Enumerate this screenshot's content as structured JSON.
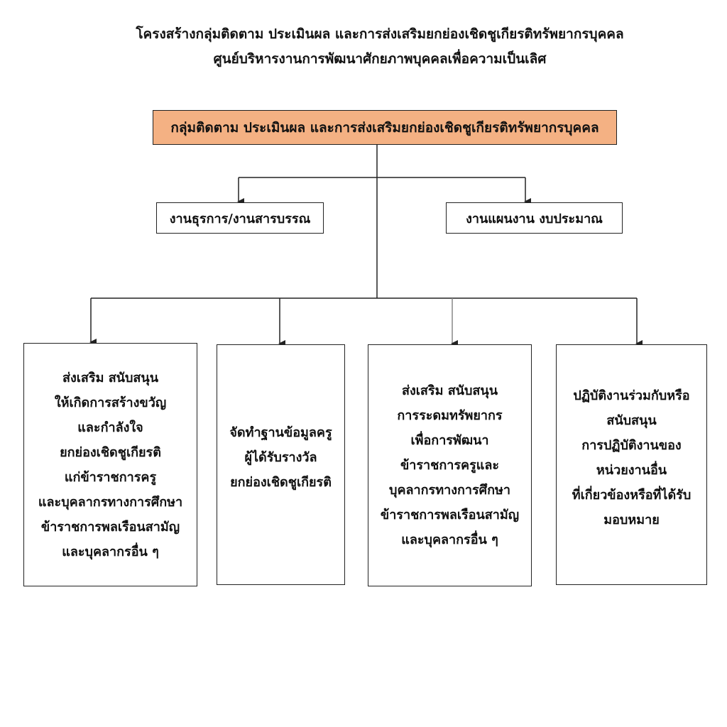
{
  "title": {
    "line1": "โครงสร้างกลุ่มติดตาม ประเมินผล และการส่งเสริมยกย่องเชิดชูเกียรติทรัพยากรบุคคล",
    "line2": "ศูนย์บริหารงานการพัฒนาศักยภาพบุคคลเพื่อความเป็นเลิศ"
  },
  "colors": {
    "head_fill": "#F4B183",
    "line": "#222222"
  },
  "head": {
    "label": "กลุ่มติดตาม ประเมินผล และการส่งเสริมยกย่องเชิดชูเกียรติทรัพยากรบุคคล"
  },
  "support": [
    {
      "label": "งานธุรการ/งานสารบรรณ"
    },
    {
      "label": "งานแผนงาน งบประมาณ"
    }
  ],
  "units": [
    {
      "lines": [
        "ส่งเสริม สนับสนุน",
        "ให้เกิดการสร้างขวัญ",
        "และกำลังใจ",
        "ยกย่องเชิดชูเกียรติ",
        "แก่ข้าราชการครู",
        "และบุคลากรทางการศึกษา",
        "ข้าราชการพลเรือนสามัญ",
        "และบุคลากรอื่น ๆ"
      ]
    },
    {
      "lines": [
        "จัดทำฐานข้อมูลครู",
        "ผู้ได้รับรางวัล",
        "ยกย่องเชิดชูเกียรติ"
      ]
    },
    {
      "lines": [
        "ส่งเสริม สนับสนุน",
        "การระดมทรัพยากร",
        "เพื่อการพัฒนา",
        "ข้าราชการครูและ",
        "บุคลากรทางการศึกษา",
        "ข้าราชการพลเรือนสามัญ",
        "และบุคลากรอื่น ๆ"
      ]
    },
    {
      "lines": [
        "ปฏิบัติงานร่วมกับหรือ",
        "สนับสนุน",
        "การปฏิบัติงานของ",
        "หน่วยงานอื่น",
        "ที่เกี่ยวข้องหรือที่ได้รับ",
        "มอบหมาย"
      ]
    }
  ]
}
